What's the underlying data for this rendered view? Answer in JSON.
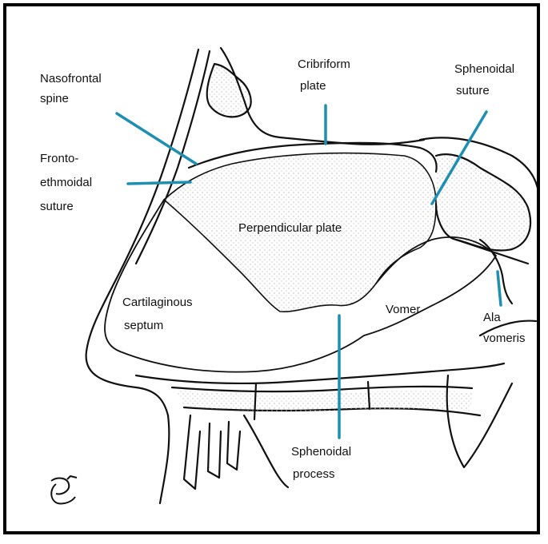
{
  "labels": {
    "nasofrontal_1": "Nasofrontal",
    "nasofrontal_2": "spine",
    "cribriform_1": "Cribriform",
    "cribriform_2": "plate",
    "sphenoidal_suture_1": "Sphenoidal",
    "sphenoidal_suture_2": "suture",
    "frontoethmoidal_1": "Fronto-",
    "frontoethmoidal_2": "ethmoidal",
    "frontoethmoidal_3": "suture",
    "perpendicular_plate": "Perpendicular plate",
    "cartilaginous_1": "Cartilaginous",
    "cartilaginous_2": "septum",
    "vomer": "Vomer",
    "ala_vomeris_1": "Ala",
    "ala_vomeris_2": "vomeris",
    "sphenoidal_process_1": "Sphenoidal",
    "sphenoidal_process_2": "process"
  },
  "colors": {
    "leader_line": "#1e8fb0",
    "outline": "#111111",
    "stipple": "#bdbdbd"
  }
}
